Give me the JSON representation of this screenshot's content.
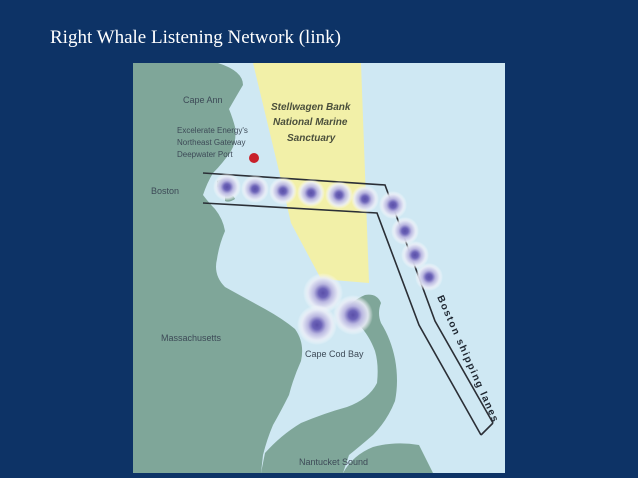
{
  "slide": {
    "title": "Right Whale Listening Network (link)"
  },
  "map": {
    "labels": {
      "cape_ann": "Cape Ann",
      "port_line1": "Excelerate Energy's",
      "port_line2": "Northeast Gateway",
      "port_line3": "Deepwater Port",
      "boston": "Boston",
      "sanctuary_line1": "Stellwagen Bank",
      "sanctuary_line2": "National Marine",
      "sanctuary_line3": "Sanctuary",
      "massachusetts": "Massachusetts",
      "cape_cod_bay": "Cape Cod Bay",
      "shipping_lanes": "Boston shipping lanes",
      "nantucket_sound": "Nantucket Sound"
    },
    "colors": {
      "background": "#0d3366",
      "water": "#cfe8f3",
      "land": "#7fa699",
      "sanctuary": "#f2f0a8",
      "buoy": "#5a4fa8",
      "port_marker": "#c8202a"
    }
  }
}
